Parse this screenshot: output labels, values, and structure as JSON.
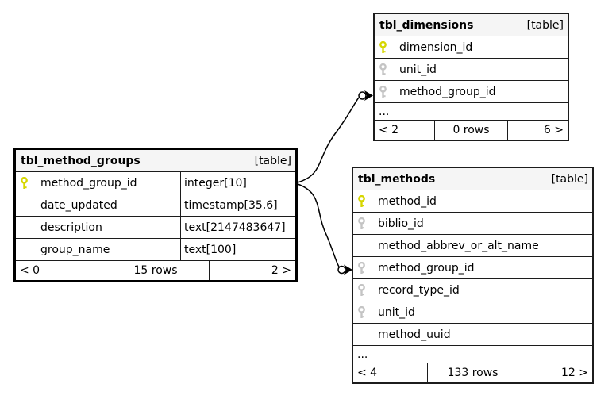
{
  "diagram": {
    "colors": {
      "primary_key": "#d6d600",
      "foreign_key": "#c4c4c4",
      "header_bg": "#f5f5f5",
      "border": "#1c1c1c",
      "connector": "#000000"
    },
    "tables": [
      {
        "title": "tbl_dimensions",
        "badge": "[table]",
        "columns": [
          {
            "name": "dimension_id",
            "key": "primary"
          },
          {
            "name": "unit_id",
            "key": "foreign"
          },
          {
            "name": "method_group_id",
            "key": "foreign"
          }
        ],
        "ellipsis": "...",
        "footer": {
          "left": "< 2",
          "center": "0 rows",
          "right": "6 >"
        }
      },
      {
        "title": "tbl_method_groups",
        "badge": "[table]",
        "columns": [
          {
            "name": "method_group_id",
            "key": "primary",
            "type": "integer[10]"
          },
          {
            "name": "date_updated",
            "key": "none",
            "type": "timestamp[35,6]"
          },
          {
            "name": "description",
            "key": "none",
            "type": "text[2147483647]"
          },
          {
            "name": "group_name",
            "key": "none",
            "type": "text[100]"
          }
        ],
        "footer": {
          "left": "< 0",
          "center": "15 rows",
          "right": "2 >"
        }
      },
      {
        "title": "tbl_methods",
        "badge": "[table]",
        "columns": [
          {
            "name": "method_id",
            "key": "primary"
          },
          {
            "name": "biblio_id",
            "key": "foreign"
          },
          {
            "name": "method_abbrev_or_alt_name",
            "key": "none"
          },
          {
            "name": "method_group_id",
            "key": "foreign"
          },
          {
            "name": "record_type_id",
            "key": "foreign"
          },
          {
            "name": "unit_id",
            "key": "foreign"
          },
          {
            "name": "method_uuid",
            "key": "none"
          }
        ],
        "ellipsis": "...",
        "footer": {
          "left": "< 4",
          "center": "133 rows",
          "right": "12 >"
        }
      }
    ]
  }
}
